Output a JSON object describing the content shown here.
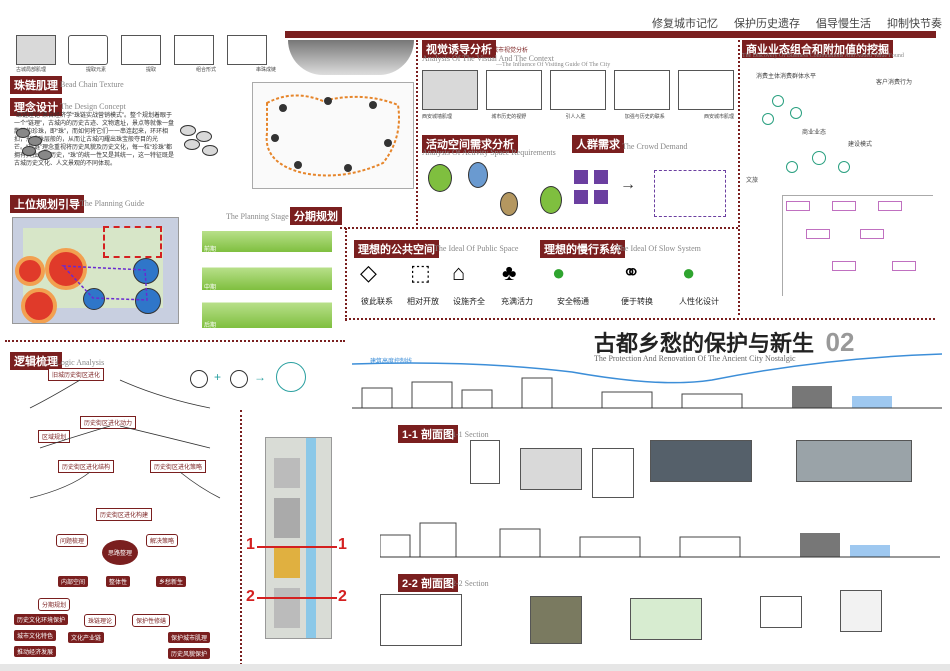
{
  "header": {
    "slogans": [
      "修复城市记忆",
      "保护历史遗存",
      "倡导慢生活",
      "抑制快节奏"
    ]
  },
  "bead": {
    "title": "珠链肌理",
    "subtitle": "Bead Chain Texture",
    "steps": [
      "古城局部肌理",
      "提取元素",
      "提取",
      "组合形式",
      "串珠成链"
    ]
  },
  "concept": {
    "title": "理念设计",
    "subtitle": "The Design Concept",
    "text": "“珠链理论”来自经济学“珠链实战营销模式”。整个规划着眼于一个“链理”，古城内的历史古迹、文物遗址，景点等就像一盘散落的珍珠，即“珠”，而如何将它们一一串连起来，环环相扣，形成珠层般的，从而让古城闪耀出珠宝般夺目的光芒。“珠链”理念重视将历史风貌及历史文化，每一粒“珍珠”都拥有其独特的历史，“珠”的统一性又是其统一，这一特征既是古城历史文化、人文景观的不同体现。"
  },
  "planning_guide": {
    "title": "上位规划引导",
    "subtitle": "The Planning Guide"
  },
  "planning_stage": {
    "title": "分期规划",
    "subtitle": "The Planning Stage",
    "labels": [
      "前期",
      "中期",
      "后期"
    ]
  },
  "visual": {
    "title": "视觉诱导分析",
    "title_note": "—城市视觉分析",
    "subtitle": "Analysis Of The Visual And The Context",
    "subtitle2": "—The Influence Of Visiting Guide Of The City",
    "captions": [
      "西安城墙肌理",
      "城市历史的视野",
      "引人入胜",
      "加强与历史的联系",
      "西安城市肌理"
    ]
  },
  "activity": {
    "title": "活动空间需求分析",
    "subtitle": "Analysis Of Activity Space Requirements"
  },
  "crowd": {
    "title": "人群需求",
    "subtitle": "The Crowd Demand"
  },
  "business": {
    "title": "商业业态组合和附加值的挖掘",
    "subtitle": "The Discovery Of Business Combinations And Added Value Found",
    "labels": [
      "消费主体消费群体水平",
      "客户消费行为",
      "商业业态",
      "建设模式",
      "文旅"
    ]
  },
  "public_space": {
    "title": "理想的公共空间",
    "subtitle": "The Ideal Of Public Space",
    "items": [
      "彼此联系",
      "相对开放",
      "设施齐全",
      "充满活力"
    ]
  },
  "slow_system": {
    "title": "理想的慢行系统",
    "subtitle": "The Ideal Of Slow System",
    "items": [
      "安全畅通",
      "便于转换",
      "人性化设计"
    ]
  },
  "main_title": {
    "cn": "古都乡愁的保护与新生",
    "num": "02",
    "en": "The Protection And Renovation Of The Ancient City Nostalgic"
  },
  "skyline_label": "建筑高度控制线",
  "section1": {
    "title": "1-1 剖面图",
    "subtitle": "1-1 Section"
  },
  "section2": {
    "title": "2-2 剖面图",
    "subtitle": "2-2 Section"
  },
  "logic": {
    "title": "逻辑梳理",
    "subtitle": "Logic Analysis",
    "nodes": [
      "旧城历史街区进化",
      "历史街区进化动力",
      "区域规划",
      "历史街区进化结构",
      "历史街区进化策略",
      "历史街区进化构建"
    ]
  },
  "mindmap": {
    "center": "思路整理",
    "branches": [
      "问题梳理",
      "解决策略",
      "内部空间",
      "整体性",
      "乡愁新生",
      "分期规划",
      "珠链理论",
      "保护性修缮"
    ],
    "leaves": [
      "历史文化环境保护",
      "城市文化特色",
      "文化产业链",
      "推动经济发展",
      "保护城市肌理",
      "历史风貌保护"
    ]
  },
  "plan_marks": {
    "m1": "1",
    "m2": "2"
  }
}
